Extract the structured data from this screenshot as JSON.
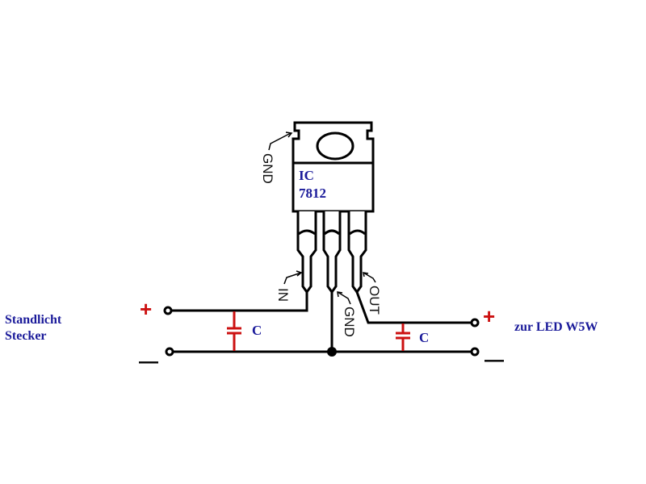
{
  "ic": {
    "line1": "IC",
    "line2": "7812"
  },
  "pins": {
    "tab": "GND",
    "in": "IN",
    "gnd": "GND",
    "out": "OUT"
  },
  "input": {
    "line1": "Standlicht",
    "line2": "Stecker",
    "plus": "+",
    "minus": "—"
  },
  "output": {
    "label": "zur LED W5W",
    "plus": "+",
    "minus": "—"
  },
  "capacitors": {
    "left": "C",
    "right": "C"
  },
  "colors": {
    "wire": "#000000",
    "capacitor": "#cc1111",
    "label": "#1a1a9a"
  }
}
